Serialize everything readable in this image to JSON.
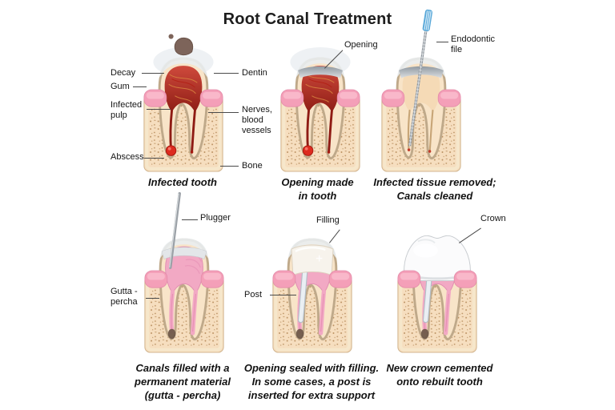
{
  "title": "Root Canal Treatment",
  "colors": {
    "gum": "#f49fb8",
    "gum_edge": "#e28aa8",
    "bone": "#f6debf",
    "bone_speckle": "#b98f60",
    "dentin": "#f8e4c8",
    "outline": "#bfa98a",
    "pulp_red_top": "#cf4a3c",
    "pulp_red_bottom": "#8e1d15",
    "abscess": "#dd2b1f",
    "gutta_pink": "#f2a9c4",
    "metal": "#9aa0a6",
    "file_handle": "#57a7d8",
    "filling_white": "#f7f3ec",
    "crown_white": "#fbfbfc",
    "decay_brown": "#7d645a"
  },
  "panels": [
    {
      "id": "infected-tooth",
      "caption": "Infected tooth",
      "labels": {
        "decay": "Decay",
        "gum": "Gum",
        "infected_pulp": "Infected\npulp",
        "abscess": "Abscess",
        "dentin": "Dentin",
        "nerves": "Nerves,\nblood\nvessels",
        "bone": "Bone"
      }
    },
    {
      "id": "opening-made",
      "caption": "Opening made\nin tooth",
      "labels": {
        "opening": "Opening"
      }
    },
    {
      "id": "canals-cleaned",
      "caption": "Infected tissue removed;\nCanals cleaned",
      "labels": {
        "endodontic_file": "Endodontic\nfile"
      }
    },
    {
      "id": "canals-filled",
      "caption": "Canals filled with a\npermanent material\n(gutta - percha)",
      "labels": {
        "plugger": "Plugger",
        "gutta_percha": "Gutta -\npercha"
      }
    },
    {
      "id": "opening-sealed",
      "caption": "Opening sealed with filling.\nIn some cases, a post is\ninserted for extra support",
      "labels": {
        "filling": "Filling",
        "post": "Post"
      }
    },
    {
      "id": "crown-cemented",
      "caption": "New crown cemented\nonto rebuilt tooth",
      "labels": {
        "crown": "Crown"
      }
    }
  ]
}
